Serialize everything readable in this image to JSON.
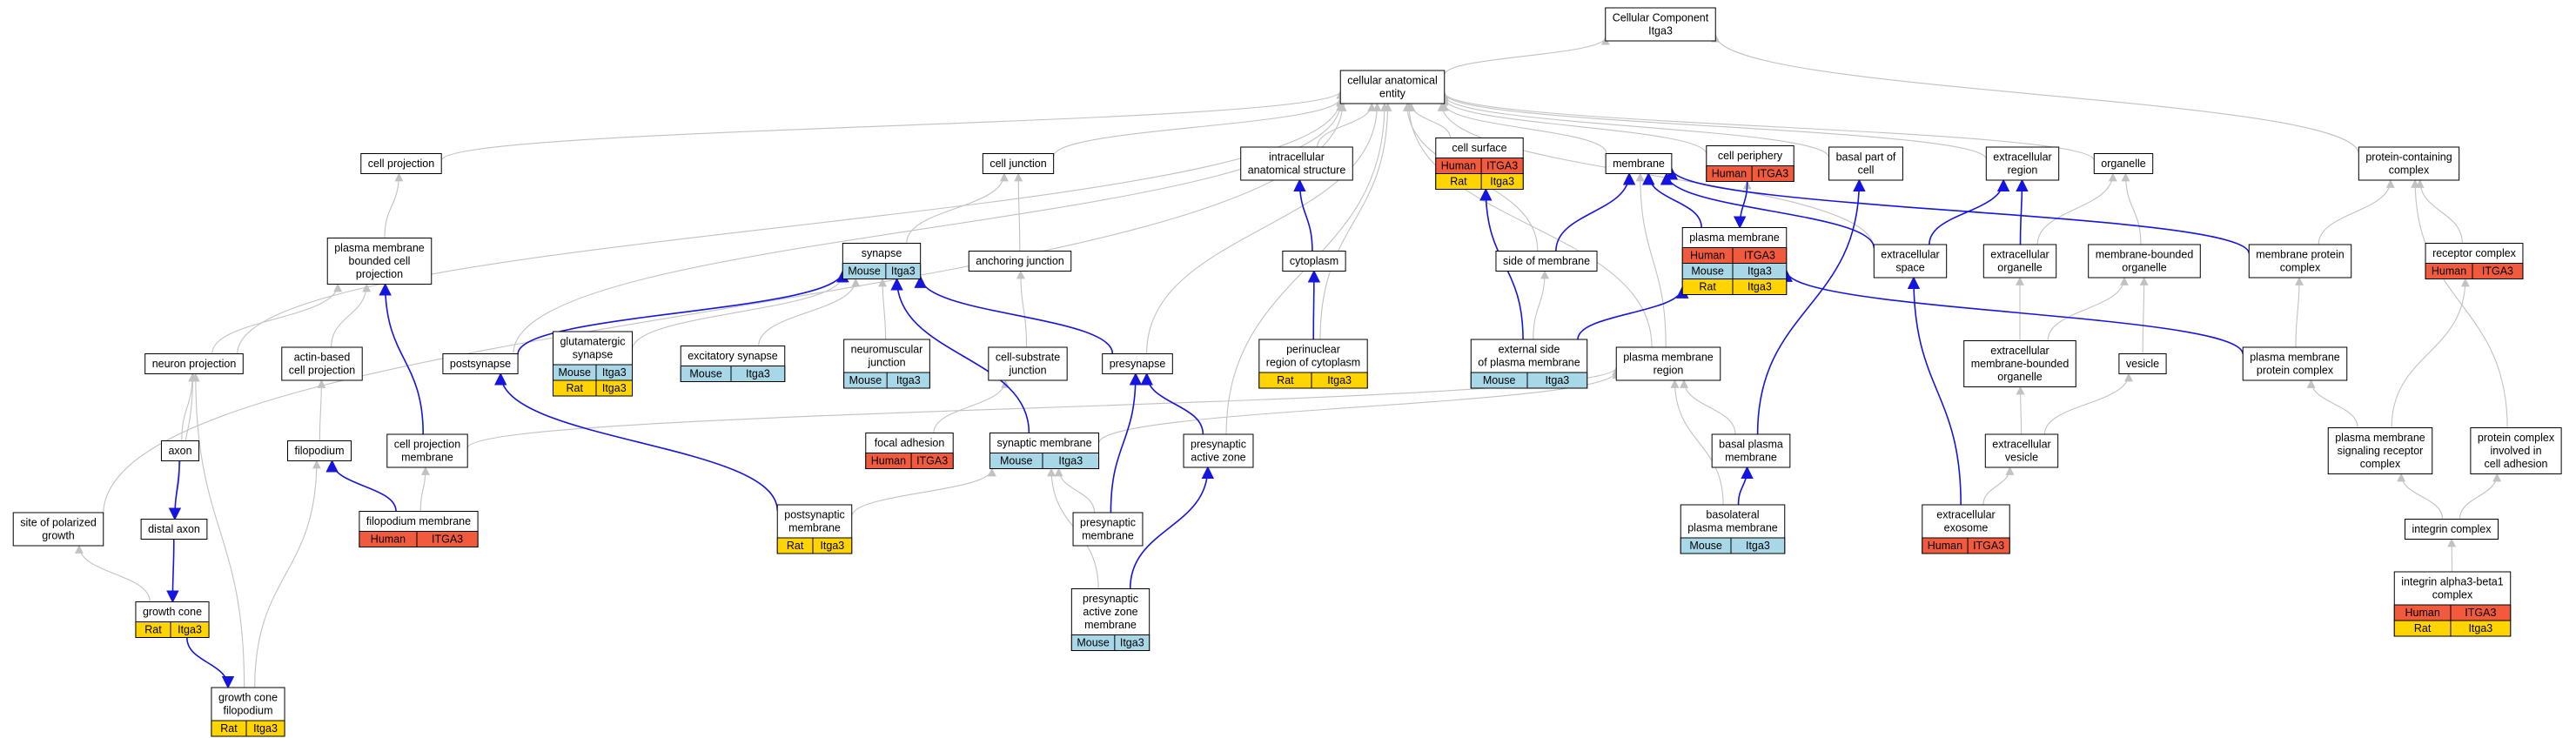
{
  "graph": {
    "nodes": {
      "root": {
        "lines": [
          "Cellular Component",
          "Itga3"
        ]
      },
      "cae": {
        "lines": [
          "cellular anatomical",
          "entity"
        ]
      },
      "cellproj": {
        "lines": [
          "cell projection"
        ]
      },
      "celljunc": {
        "lines": [
          "cell junction"
        ]
      },
      "intracell": {
        "lines": [
          "intracellular",
          "anatomical structure"
        ]
      },
      "cellsurf": {
        "lines": [
          "cell surface"
        ],
        "rows": [
          [
            "Human",
            "ITGA3"
          ],
          [
            "Rat",
            "Itga3"
          ]
        ]
      },
      "membrane": {
        "lines": [
          "membrane"
        ]
      },
      "cellperiph": {
        "lines": [
          "cell periphery"
        ],
        "rows": [
          [
            "Human",
            "ITGA3"
          ]
        ]
      },
      "basalpart": {
        "lines": [
          "basal part of",
          "cell"
        ]
      },
      "ecregion": {
        "lines": [
          "extracellular",
          "region"
        ]
      },
      "organelle": {
        "lines": [
          "organelle"
        ]
      },
      "protcomplex": {
        "lines": [
          "protein-containing",
          "complex"
        ]
      },
      "pmbcp": {
        "lines": [
          "plasma membrane",
          "bounded cell",
          "projection"
        ]
      },
      "synapse": {
        "lines": [
          "synapse"
        ],
        "rows": [
          [
            "Mouse",
            "Itga3"
          ]
        ]
      },
      "anchjunc": {
        "lines": [
          "anchoring junction"
        ]
      },
      "cytoplasm": {
        "lines": [
          "cytoplasm"
        ]
      },
      "pm": {
        "lines": [
          "plasma membrane"
        ],
        "rows": [
          [
            "Human",
            "ITGA3"
          ],
          [
            "Mouse",
            "Itga3"
          ],
          [
            "Rat",
            "Itga3"
          ]
        ]
      },
      "sideofmem": {
        "lines": [
          "side of membrane"
        ]
      },
      "ecspace": {
        "lines": [
          "extracellular",
          "space"
        ]
      },
      "ecorganelle": {
        "lines": [
          "extracellular",
          "organelle"
        ]
      },
      "mbo": {
        "lines": [
          "membrane-bounded",
          "organelle"
        ]
      },
      "memprotcomplex": {
        "lines": [
          "membrane protein",
          "complex"
        ]
      },
      "receptorcomplex": {
        "lines": [
          "receptor complex"
        ],
        "rows": [
          [
            "Human",
            "ITGA3"
          ]
        ]
      },
      "neuronproj": {
        "lines": [
          "neuron projection"
        ]
      },
      "actinproj": {
        "lines": [
          "actin-based",
          "cell projection"
        ]
      },
      "postsynapse": {
        "lines": [
          "postsynapse"
        ]
      },
      "glutsyn": {
        "lines": [
          "glutamatergic",
          "synapse"
        ],
        "rows": [
          [
            "Mouse",
            "Itga3"
          ],
          [
            "Rat",
            "Itga3"
          ]
        ]
      },
      "excsyn": {
        "lines": [
          "excitatory synapse"
        ],
        "rows": [
          [
            "Mouse",
            "Itga3"
          ]
        ]
      },
      "nmj": {
        "lines": [
          "neuromuscular",
          "junction"
        ],
        "rows": [
          [
            "Mouse",
            "Itga3"
          ]
        ]
      },
      "cellsubjunc": {
        "lines": [
          "cell-substrate",
          "junction"
        ]
      },
      "presynapse": {
        "lines": [
          "presynapse"
        ]
      },
      "perinuclear": {
        "lines": [
          "perinuclear",
          "region of cytoplasm"
        ],
        "rows": [
          [
            "Rat",
            "Itga3"
          ]
        ]
      },
      "extsidepm": {
        "lines": [
          "external side",
          "of plasma membrane"
        ],
        "rows": [
          [
            "Mouse",
            "Itga3"
          ]
        ]
      },
      "pmregion": {
        "lines": [
          "plasma membrane",
          "region"
        ]
      },
      "ecmbo": {
        "lines": [
          "extracellular",
          "membrane-bounded",
          "organelle"
        ]
      },
      "vesicle": {
        "lines": [
          "vesicle"
        ]
      },
      "pmprotcomplex": {
        "lines": [
          "plasma membrane",
          "protein complex"
        ]
      },
      "axon": {
        "lines": [
          "axon"
        ]
      },
      "filopodium": {
        "lines": [
          "filopodium"
        ]
      },
      "cellprojmem": {
        "lines": [
          "cell projection",
          "membrane"
        ]
      },
      "focaladh": {
        "lines": [
          "focal adhesion"
        ],
        "rows": [
          [
            "Human",
            "ITGA3"
          ]
        ]
      },
      "synmem": {
        "lines": [
          "synaptic membrane"
        ],
        "rows": [
          [
            "Mouse",
            "Itga3"
          ]
        ]
      },
      "presynaz": {
        "lines": [
          "presynaptic",
          "active zone"
        ]
      },
      "basalpm": {
        "lines": [
          "basal plasma",
          "membrane"
        ]
      },
      "ecvesicle": {
        "lines": [
          "extracellular",
          "vesicle"
        ]
      },
      "pmsrc": {
        "lines": [
          "plasma membrane",
          "signaling receptor",
          "complex"
        ]
      },
      "pcadhesion": {
        "lines": [
          "protein complex",
          "involved in",
          "cell adhesion"
        ]
      },
      "sitepolgrowth": {
        "lines": [
          "site of polarized",
          "growth"
        ]
      },
      "distalaxon": {
        "lines": [
          "distal axon"
        ]
      },
      "filomem": {
        "lines": [
          "filopodium membrane"
        ],
        "rows": [
          [
            "Human",
            "ITGA3"
          ]
        ]
      },
      "postsynmem": {
        "lines": [
          "postsynaptic",
          "membrane"
        ],
        "rows": [
          [
            "Rat",
            "Itga3"
          ]
        ]
      },
      "presynmem": {
        "lines": [
          "presynaptic",
          "membrane"
        ]
      },
      "blpm": {
        "lines": [
          "basolateral",
          "plasma membrane"
        ],
        "rows": [
          [
            "Mouse",
            "Itga3"
          ]
        ]
      },
      "ecexosome": {
        "lines": [
          "extracellular",
          "exosome"
        ],
        "rows": [
          [
            "Human",
            "ITGA3"
          ]
        ]
      },
      "integrin": {
        "lines": [
          "integrin complex"
        ]
      },
      "growthcone": {
        "lines": [
          "growth cone"
        ],
        "rows": [
          [
            "Rat",
            "Itga3"
          ]
        ]
      },
      "presynazmem": {
        "lines": [
          "presynaptic",
          "active zone",
          "membrane"
        ],
        "rows": [
          [
            "Mouse",
            "Itga3"
          ]
        ]
      },
      "integrinab1": {
        "lines": [
          "integrin alpha3-beta1",
          "complex"
        ],
        "rows": [
          [
            "Human",
            "ITGA3"
          ],
          [
            "Rat",
            "Itga3"
          ]
        ]
      },
      "gcfilopodium": {
        "lines": [
          "growth cone",
          "filopodium"
        ],
        "rows": [
          [
            "Rat",
            "Itga3"
          ]
        ]
      }
    },
    "edges": [
      [
        "cae",
        "root",
        "gray"
      ],
      [
        "protcomplex",
        "root",
        "gray"
      ],
      [
        "cellproj",
        "cae",
        "gray"
      ],
      [
        "celljunc",
        "cae",
        "gray"
      ],
      [
        "intracell",
        "cae",
        "gray"
      ],
      [
        "cellsurf",
        "cae",
        "gray"
      ],
      [
        "membrane",
        "cae",
        "gray"
      ],
      [
        "cellperiph",
        "cae",
        "gray"
      ],
      [
        "basalpart",
        "cae",
        "gray"
      ],
      [
        "ecregion",
        "cae",
        "gray"
      ],
      [
        "organelle",
        "cae",
        "gray"
      ],
      [
        "postsynapse",
        "cae",
        "gray"
      ],
      [
        "presynapse",
        "cae",
        "gray"
      ],
      [
        "perinuclear",
        "cae",
        "gray"
      ],
      [
        "pmregion",
        "cae",
        "gray"
      ],
      [
        "neuronproj",
        "cae",
        "gray"
      ],
      [
        "sitepolgrowth",
        "cae",
        "gray"
      ],
      [
        "sideofmem",
        "cae",
        "gray"
      ],
      [
        "ecspace",
        "cae",
        "gray"
      ],
      [
        "presynaz",
        "cae",
        "gray"
      ],
      [
        "pm",
        "cellperiph",
        "gray"
      ],
      [
        "pmbcp",
        "cellproj",
        "gray"
      ],
      [
        "synapse",
        "celljunc",
        "gray"
      ],
      [
        "anchjunc",
        "celljunc",
        "gray"
      ],
      [
        "cellsubjunc",
        "anchjunc",
        "gray"
      ],
      [
        "focaladh",
        "cellsubjunc",
        "gray"
      ],
      [
        "glutsyn",
        "synapse",
        "gray"
      ],
      [
        "excsyn",
        "synapse",
        "gray"
      ],
      [
        "nmj",
        "synapse",
        "gray"
      ],
      [
        "cytoplasm",
        "intracell",
        "gray"
      ],
      [
        "extsidepm",
        "sideofmem",
        "gray"
      ],
      [
        "ecorganelle",
        "ecregion",
        "gray"
      ],
      [
        "ecorganelle",
        "organelle",
        "gray"
      ],
      [
        "mbo",
        "organelle",
        "gray"
      ],
      [
        "memprotcomplex",
        "protcomplex",
        "gray"
      ],
      [
        "receptorcomplex",
        "protcomplex",
        "gray"
      ],
      [
        "pmprotcomplex",
        "memprotcomplex",
        "gray"
      ],
      [
        "ecmbo",
        "ecorganelle",
        "gray"
      ],
      [
        "ecmbo",
        "mbo",
        "gray"
      ],
      [
        "vesicle",
        "mbo",
        "gray"
      ],
      [
        "ecvesicle",
        "ecmbo",
        "gray"
      ],
      [
        "ecvesicle",
        "vesicle",
        "gray"
      ],
      [
        "ecexosome",
        "ecvesicle",
        "gray"
      ],
      [
        "neuronproj",
        "pmbcp",
        "gray"
      ],
      [
        "actinproj",
        "pmbcp",
        "gray"
      ],
      [
        "filopodium",
        "actinproj",
        "gray"
      ],
      [
        "axon",
        "neuronproj",
        "gray"
      ],
      [
        "distalaxon",
        "neuronproj",
        "gray"
      ],
      [
        "gcfilopodium",
        "neuronproj",
        "gray"
      ],
      [
        "growthcone",
        "sitepolgrowth",
        "gray"
      ],
      [
        "cellprojmem",
        "pmregion",
        "gray"
      ],
      [
        "synmem",
        "pmregion",
        "gray"
      ],
      [
        "basalpm",
        "pmregion",
        "gray"
      ],
      [
        "blpm",
        "pmregion",
        "gray"
      ],
      [
        "pmregion",
        "membrane",
        "gray"
      ],
      [
        "filomem",
        "cellprojmem",
        "gray"
      ],
      [
        "postsynmem",
        "synmem",
        "gray"
      ],
      [
        "presynmem",
        "synmem",
        "gray"
      ],
      [
        "presynazmem",
        "synmem",
        "gray"
      ],
      [
        "gcfilopodium",
        "filopodium",
        "gray"
      ],
      [
        "pmsrc",
        "pmprotcomplex",
        "gray"
      ],
      [
        "pmsrc",
        "receptorcomplex",
        "gray"
      ],
      [
        "integrin",
        "pmsrc",
        "gray"
      ],
      [
        "integrin",
        "pcadhesion",
        "gray"
      ],
      [
        "integrinab1",
        "integrin",
        "gray"
      ],
      [
        "pcadhesion",
        "protcomplex",
        "gray"
      ],
      [
        "pm",
        "membrane",
        "blue"
      ],
      [
        "cellperiph",
        "pm",
        "blue"
      ],
      [
        "extsidepm",
        "cellsurf",
        "blue"
      ],
      [
        "sideofmem",
        "membrane",
        "blue"
      ],
      [
        "ecspace",
        "ecregion",
        "blue"
      ],
      [
        "ecorganelle",
        "ecregion",
        "blue"
      ],
      [
        "ecspace",
        "membrane",
        "blue"
      ],
      [
        "memprotcomplex",
        "membrane",
        "blue"
      ],
      [
        "perinuclear",
        "cytoplasm",
        "blue"
      ],
      [
        "cytoplasm",
        "intracell",
        "blue"
      ],
      [
        "postsynapse",
        "synapse",
        "blue"
      ],
      [
        "presynapse",
        "synapse",
        "blue"
      ],
      [
        "synmem",
        "synapse",
        "blue"
      ],
      [
        "postsynmem",
        "postsynapse",
        "blue"
      ],
      [
        "presynmem",
        "presynapse",
        "blue"
      ],
      [
        "presynaz",
        "presynapse",
        "blue"
      ],
      [
        "presynazmem",
        "presynaz",
        "blue"
      ],
      [
        "basalpm",
        "basalpart",
        "blue"
      ],
      [
        "blpm",
        "basalpm",
        "blue"
      ],
      [
        "ecexosome",
        "ecspace",
        "blue"
      ],
      [
        "extsidepm",
        "pm",
        "blue"
      ],
      [
        "pmprotcomplex",
        "pm",
        "blue"
      ],
      [
        "cellprojmem",
        "pmbcp",
        "blue"
      ],
      [
        "filomem",
        "filopodium",
        "blue"
      ],
      [
        "axon",
        "distalaxon",
        "blue"
      ],
      [
        "distalaxon",
        "growthcone",
        "blue"
      ],
      [
        "growthcone",
        "gcfilopodium",
        "blue"
      ]
    ]
  },
  "colors": {
    "Human": "#f15a3c",
    "Mouse": "#a8d8e8",
    "Rat": "#ffd400",
    "edge_gray": "#c2c2c2",
    "edge_blue": "#1515e0",
    "node_border": "#000000"
  }
}
